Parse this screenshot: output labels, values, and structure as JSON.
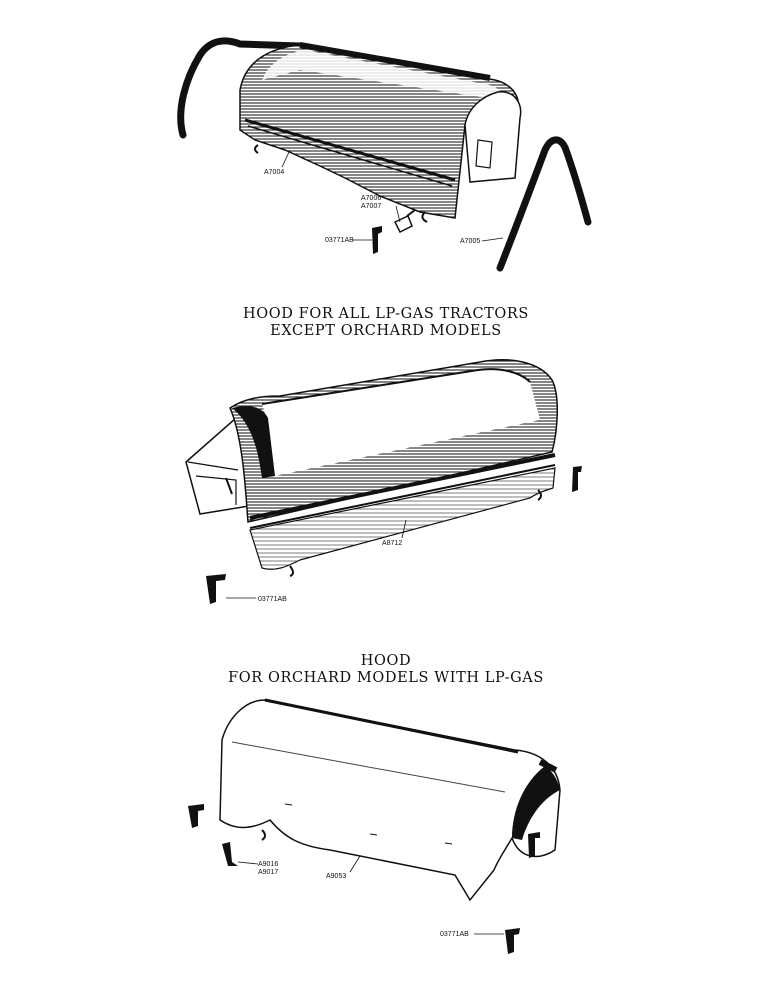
{
  "sections": [
    {
      "caption_lines": [],
      "parts": [
        {
          "id": "A7004"
        },
        {
          "id": "A7006"
        },
        {
          "id": "A7007"
        },
        {
          "id": "03771AB"
        },
        {
          "id": "A7005"
        }
      ]
    },
    {
      "caption_lines": [
        "HOOD FOR ALL LP-GAS TRACTORS",
        "EXCEPT ORCHARD MODELS"
      ],
      "parts": [
        {
          "id": "A8712"
        },
        {
          "id": "03771AB"
        }
      ]
    },
    {
      "caption_lines": [
        "HOOD",
        "FOR ORCHARD MODELS WITH LP-GAS"
      ],
      "parts": [
        {
          "id": "A9016"
        },
        {
          "id": "A9017"
        },
        {
          "id": "A9053"
        },
        {
          "id": "03771AB"
        }
      ]
    }
  ],
  "colors": {
    "ink": "#111111",
    "paper": "#ffffff"
  }
}
